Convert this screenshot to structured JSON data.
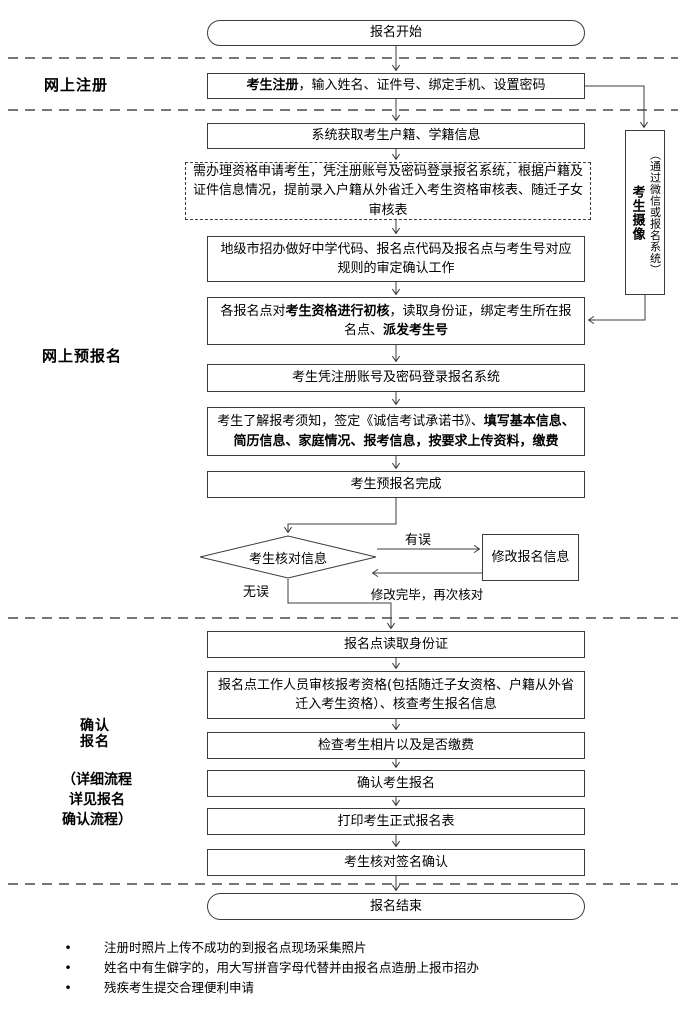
{
  "colors": {
    "line": "#3c3c3c",
    "text": "#000000",
    "background": "#ffffff"
  },
  "lanes": {
    "online_register": "网上注册",
    "online_preregister": "网上预报名",
    "confirm_line1": "确认",
    "confirm_line2": "报名",
    "confirm_note1": "（详细流程",
    "confirm_note2": "详见报名",
    "confirm_note3": "确认流程）"
  },
  "nodes": {
    "start": {
      "label": "报名开始"
    },
    "register": {
      "segments": [
        {
          "t": "考生注册",
          "b": true
        },
        {
          "t": "，输入姓名、证件号、绑定手机、设置密码",
          "b": false
        }
      ]
    },
    "photo": {
      "main": "考生摄像",
      "note": "（通过微信或报名系统）"
    },
    "fetch_info": {
      "label": "系统获取考生户籍、学籍信息"
    },
    "qualification_note": {
      "label": "需办理资格申请考生，凭注册账号及密码登录报名系统，根据户籍及证件信息情况，提前录入户籍从外省迁入考生资格审核表、随迁子女审核表"
    },
    "city_codes": {
      "label": "地级市招办做好中学代码、报名点代码及报名点与考生号对应规则的审定确认工作"
    },
    "initial_check": {
      "segments": [
        {
          "t": "各报名点对",
          "b": false
        },
        {
          "t": "考生资格进行初核",
          "b": true
        },
        {
          "t": "，读取身份证，绑定考生所在报名点、",
          "b": false
        },
        {
          "t": "派发考生号",
          "b": true
        }
      ]
    },
    "login": {
      "label": "考生凭注册账号及密码登录报名系统"
    },
    "fill_info": {
      "segments": [
        {
          "t": "考生了解报考须知，签定《诚信考试承诺书》、",
          "b": false
        },
        {
          "t": "填写基本信息、简历信息、家庭情况、报考信息，按要求上传资料，缴费",
          "b": true
        }
      ]
    },
    "pre_done": {
      "label": "考生预报名完成"
    },
    "check_info": {
      "label": "考生核对信息"
    },
    "modify": {
      "label": "修改报名信息"
    },
    "read_id": {
      "label": "报名点读取身份证"
    },
    "verify": {
      "label": "报名点工作人员审核报考资格(包括随迁子女资格、户籍从外省迁入考生资格）、核查考生报名信息"
    },
    "check_photo": {
      "label": "检查考生相片以及是否缴费"
    },
    "confirm_reg": {
      "label": "确认考生报名"
    },
    "print_form": {
      "label": "打印考生正式报名表"
    },
    "sign_confirm": {
      "label": "考生核对签名确认"
    },
    "end": {
      "label": "报名结束"
    }
  },
  "edge_labels": {
    "has_error": "有误",
    "no_error": "无误",
    "recheck": "修改完毕，再次核对"
  },
  "notes": {
    "bullet": "•",
    "items": [
      "注册时照片上传不成功的到报名点现场采集照片",
      "姓名中有生僻字的，用大写拼音字母代替并由报名点造册上报市招办",
      "残疾考生提交合理便利申请"
    ]
  }
}
